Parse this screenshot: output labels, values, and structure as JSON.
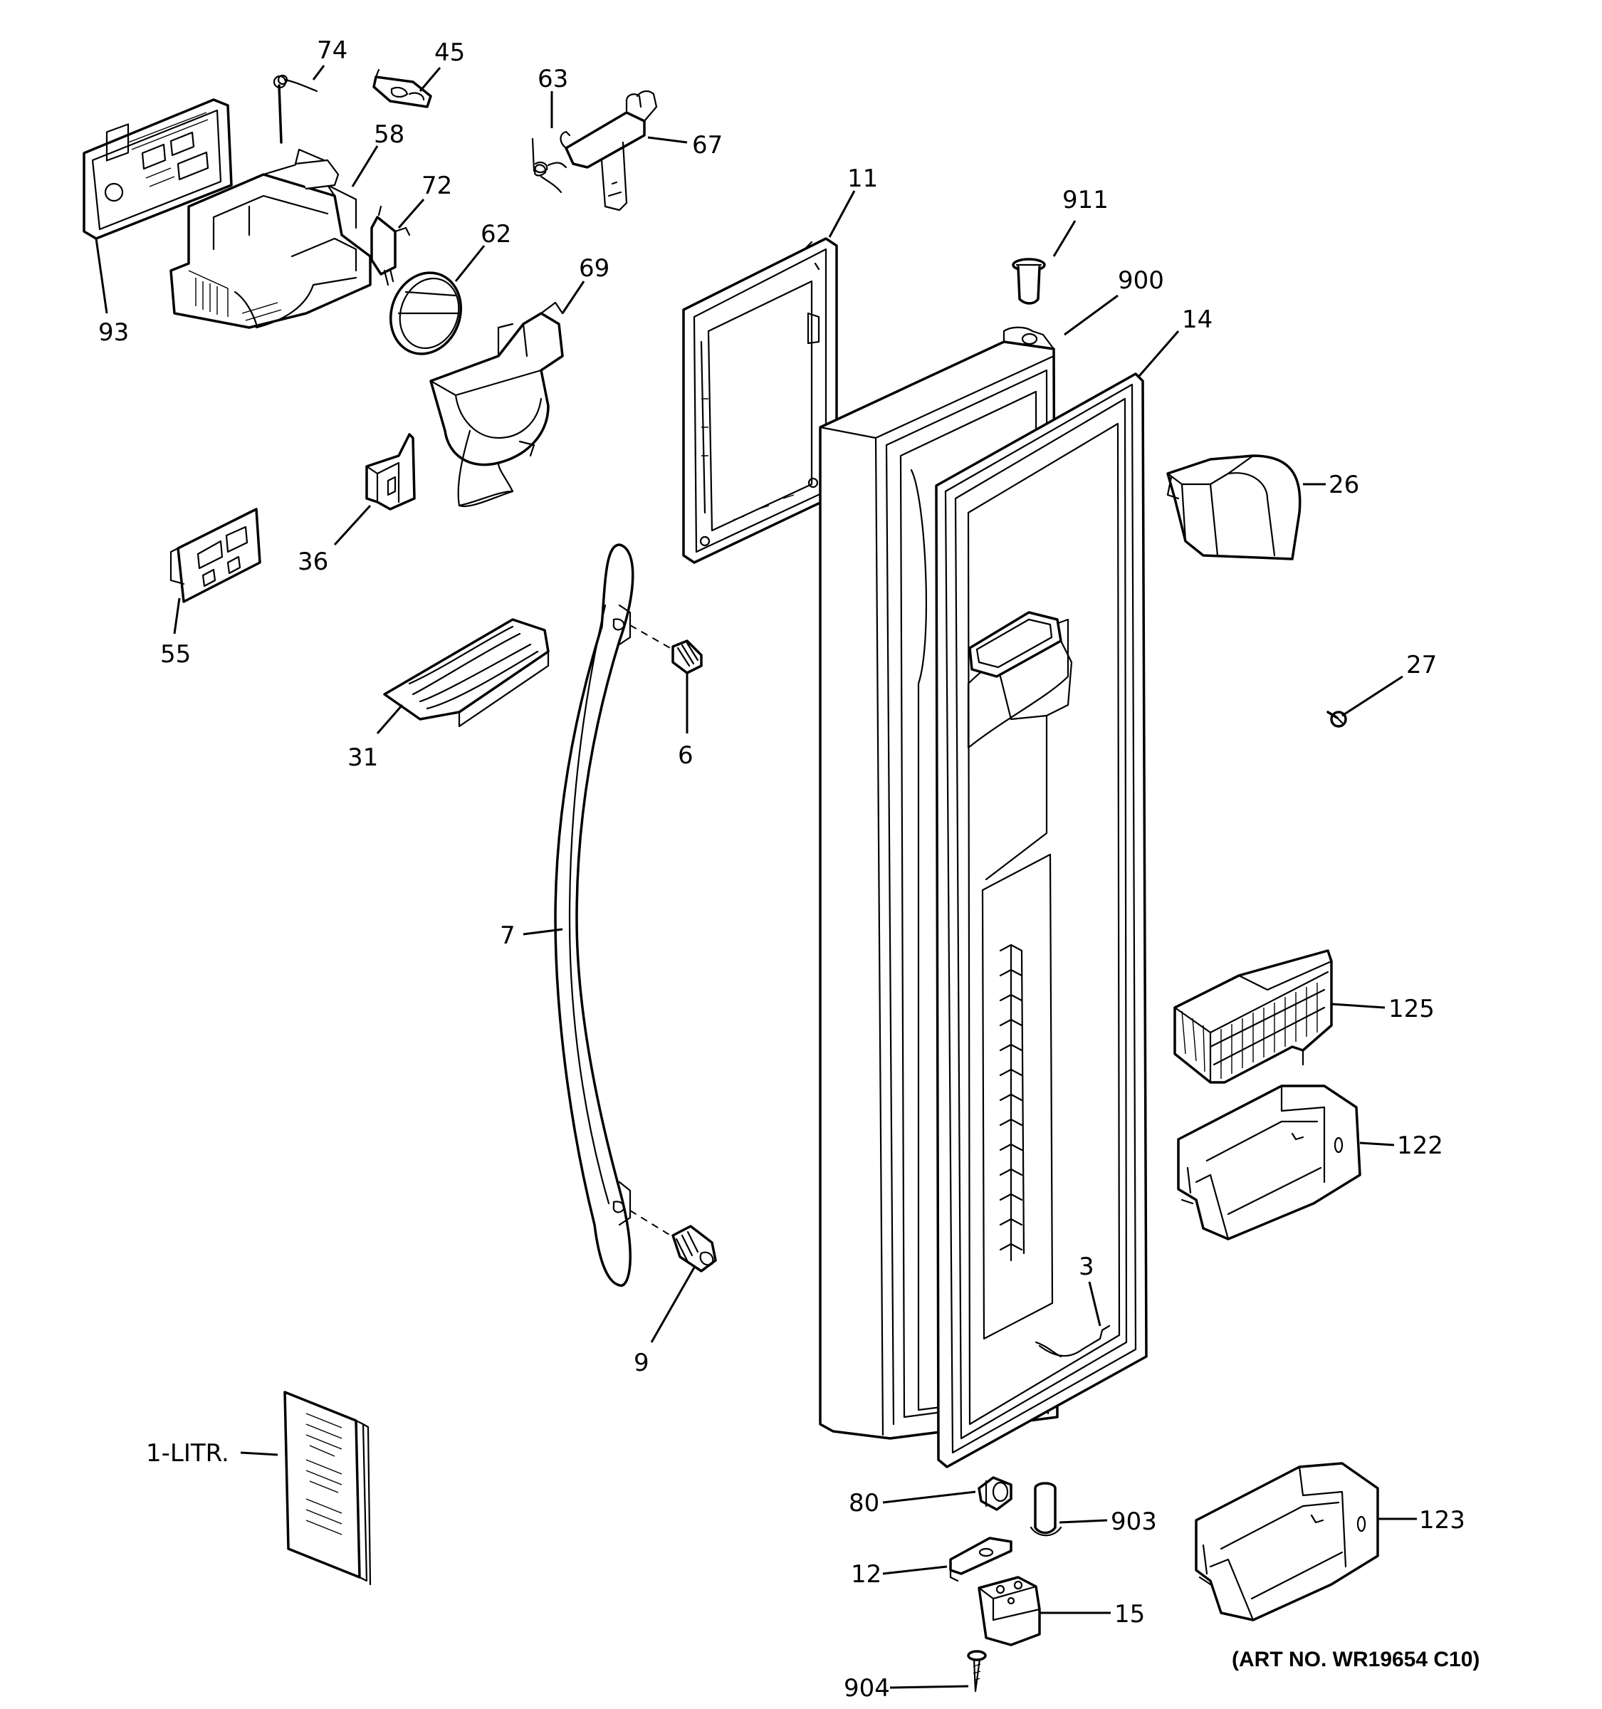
{
  "diagram": {
    "art_number": "(ART NO. WR19654 C10)",
    "parts": {
      "p74": "74",
      "p45": "45",
      "p63": "63",
      "p67": "67",
      "p58": "58",
      "p72": "72",
      "p62": "62",
      "p69": "69",
      "p93": "93",
      "p36": "36",
      "p55": "55",
      "p31": "31",
      "p6": "6",
      "p7": "7",
      "p9": "9",
      "p11": "11",
      "p911": "911",
      "p900": "900",
      "p14": "14",
      "p26": "26",
      "p27": "27",
      "p125": "125",
      "p122": "122",
      "p3": "3",
      "p1": "1-LITR.",
      "p80": "80",
      "p903": "903",
      "p12": "12",
      "p15": "15",
      "p904": "904",
      "p123": "123"
    }
  }
}
